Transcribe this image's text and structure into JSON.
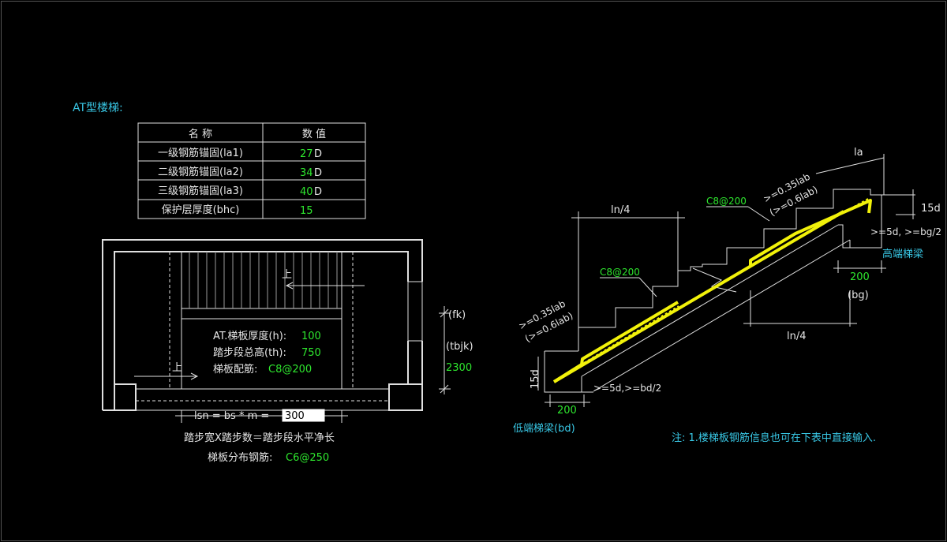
{
  "title": "AT型楼梯:",
  "table": {
    "headers": [
      "名  称",
      "数  值"
    ],
    "rows": [
      {
        "name": "一级钢筋锚固(la1)",
        "value": "27",
        "unit": "D"
      },
      {
        "name": "二级钢筋锚固(la2)",
        "value": "34",
        "unit": "D"
      },
      {
        "name": "三级钢筋锚固(la3)",
        "value": "40",
        "unit": "D"
      },
      {
        "name": "保护层厚度(bhc)",
        "value": "15",
        "unit": ""
      }
    ]
  },
  "plan": {
    "up_label_top": "上",
    "up_label_bottom": "上",
    "slab_thickness_label": "AT.梯板厚度(h):",
    "slab_thickness_value": "100",
    "flight_height_label": "踏步段总高(th):",
    "flight_height_value": "750",
    "slab_rebar_label": "梯板配筋:",
    "slab_rebar_value": "C8@200",
    "fk_label": "(fk)",
    "tbjk_label": "(tbjk)",
    "tbjk_value": "2300",
    "lsn_label": "lsn = bs * m =",
    "lsn_value": "300",
    "formula_text": "踏步宽X踏步数＝踏步段水平净长",
    "distribution_label": "梯板分布钢筋:",
    "distribution_value": "C6@250"
  },
  "section": {
    "la_label": "la",
    "top_anchor_1": ">=0.35lab",
    "top_anchor_2": "(>=0.6lab)",
    "top_rebar": "C8@200",
    "mid_rebar": "C8@200",
    "hook_top": "15d",
    "top_min_len": ">=5d, >=bg/2",
    "high_beam": "高端梯梁",
    "high_beam_width": "200",
    "bg_label": "(bg)",
    "ln4_top": "ln/4",
    "ln4_bottom": "ln/4",
    "bot_anchor_1": ">=0.35lab",
    "bot_anchor_2": "(>=0.6lab)",
    "hook_bottom": "15d",
    "bottom_min_len": ">=5d,>=bd/2",
    "low_beam_width": "200",
    "low_beam": "低端梯梁(bd)"
  },
  "note": "注: 1.楼梯板钢筋信息也可在下表中直接输入.",
  "colors": {
    "background": "#000000",
    "line": "#e0e0e0",
    "value": "#2ee62e",
    "label": "#39c8e6",
    "rebar": "#f2f20a"
  }
}
